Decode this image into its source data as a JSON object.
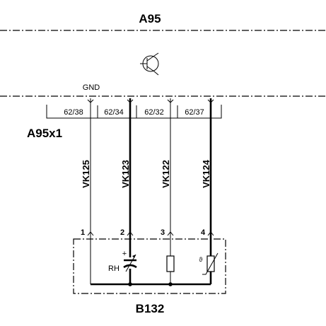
{
  "module_top": {
    "name": "A95"
  },
  "connector": {
    "name": "A95x1",
    "gnd_label": "GND"
  },
  "sensor": {
    "name": "B132",
    "rh_label": "RH",
    "plus_label": "+"
  },
  "contacts": [
    {
      "code": "62/38",
      "wire": "VK125",
      "pin": "1"
    },
    {
      "code": "62/34",
      "wire": "VK123",
      "pin": "2"
    },
    {
      "code": "62/32",
      "wire": "VK122",
      "pin": "3"
    },
    {
      "code": "62/37",
      "wire": "VK124",
      "pin": "4"
    }
  ],
  "icons": {
    "top": "transistor-symbol-icon",
    "sensor_1": "capacitor-icon",
    "sensor_2": "resistor-icon",
    "sensor_3": "thermistor-icon"
  }
}
